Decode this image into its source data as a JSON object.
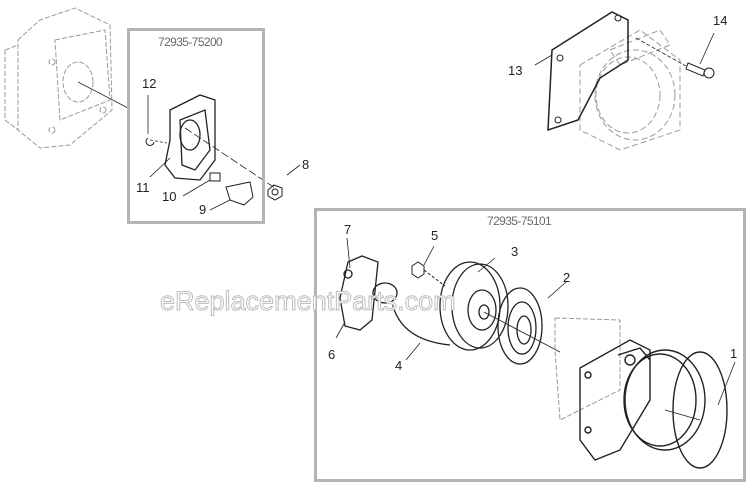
{
  "diagram": {
    "type": "exploded-parts-view",
    "watermark": "eReplacementParts.com",
    "kits": [
      {
        "id": "kit-a",
        "label": "72935-75200",
        "parts": [
          "8",
          "9",
          "10",
          "11",
          "12"
        ]
      },
      {
        "id": "kit-b",
        "label": "72935-75101",
        "parts": [
          "1",
          "2",
          "3",
          "4",
          "5",
          "6",
          "7"
        ]
      }
    ],
    "callouts": [
      {
        "n": "1",
        "label": "1"
      },
      {
        "n": "2",
        "label": "2"
      },
      {
        "n": "3",
        "label": "3"
      },
      {
        "n": "4",
        "label": "4"
      },
      {
        "n": "5",
        "label": "5"
      },
      {
        "n": "6",
        "label": "6"
      },
      {
        "n": "7",
        "label": "7"
      },
      {
        "n": "8",
        "label": "8"
      },
      {
        "n": "9",
        "label": "9"
      },
      {
        "n": "10",
        "label": "10"
      },
      {
        "n": "11",
        "label": "11"
      },
      {
        "n": "12",
        "label": "12"
      },
      {
        "n": "13",
        "label": "13"
      },
      {
        "n": "14",
        "label": "14"
      }
    ],
    "colors": {
      "box_border": "#b4b4b4",
      "line": "#222222",
      "phantom": "#9a9a9a",
      "label": "#6a6a6a"
    }
  }
}
